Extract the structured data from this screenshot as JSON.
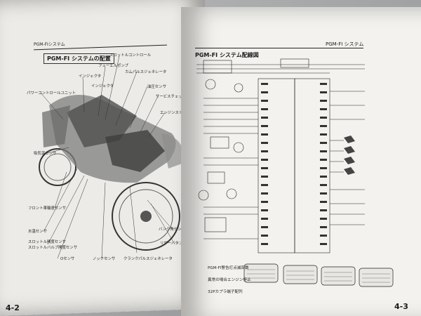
{
  "left_page": {
    "header": "PGM-FIシステム",
    "title": "PGM-FI システムの配置",
    "page_number": "4-2",
    "callouts": [
      "インジェクタ",
      "フューエルポンプ",
      "スロットルコントロール",
      "カムパルスジェネレータ",
      "油圧センサ",
      "サービスチェックカプラ",
      "エンジンストップ スロットル",
      "バンク角センサ",
      "リザーバタンク",
      "クランクパルスジェネレータ",
      "ノックセンサ",
      "Oセンサ",
      "スロットル開度センサ",
      "スロットルバルブ開度センサ",
      "水温センサ",
      "フロント車輪速センサ",
      "吸気温センサ",
      "パワーコントロールユニット",
      "インジェクタ"
    ]
  },
  "right_page": {
    "header": "PGM-FI システム",
    "title": "PGM-FI システム配線図",
    "page_number": "4-3",
    "legend": [
      "PGM-FI警告灯点滅回数",
      "異常の場合エンジン停止",
      "32Pカプラ端子配列"
    ]
  }
}
